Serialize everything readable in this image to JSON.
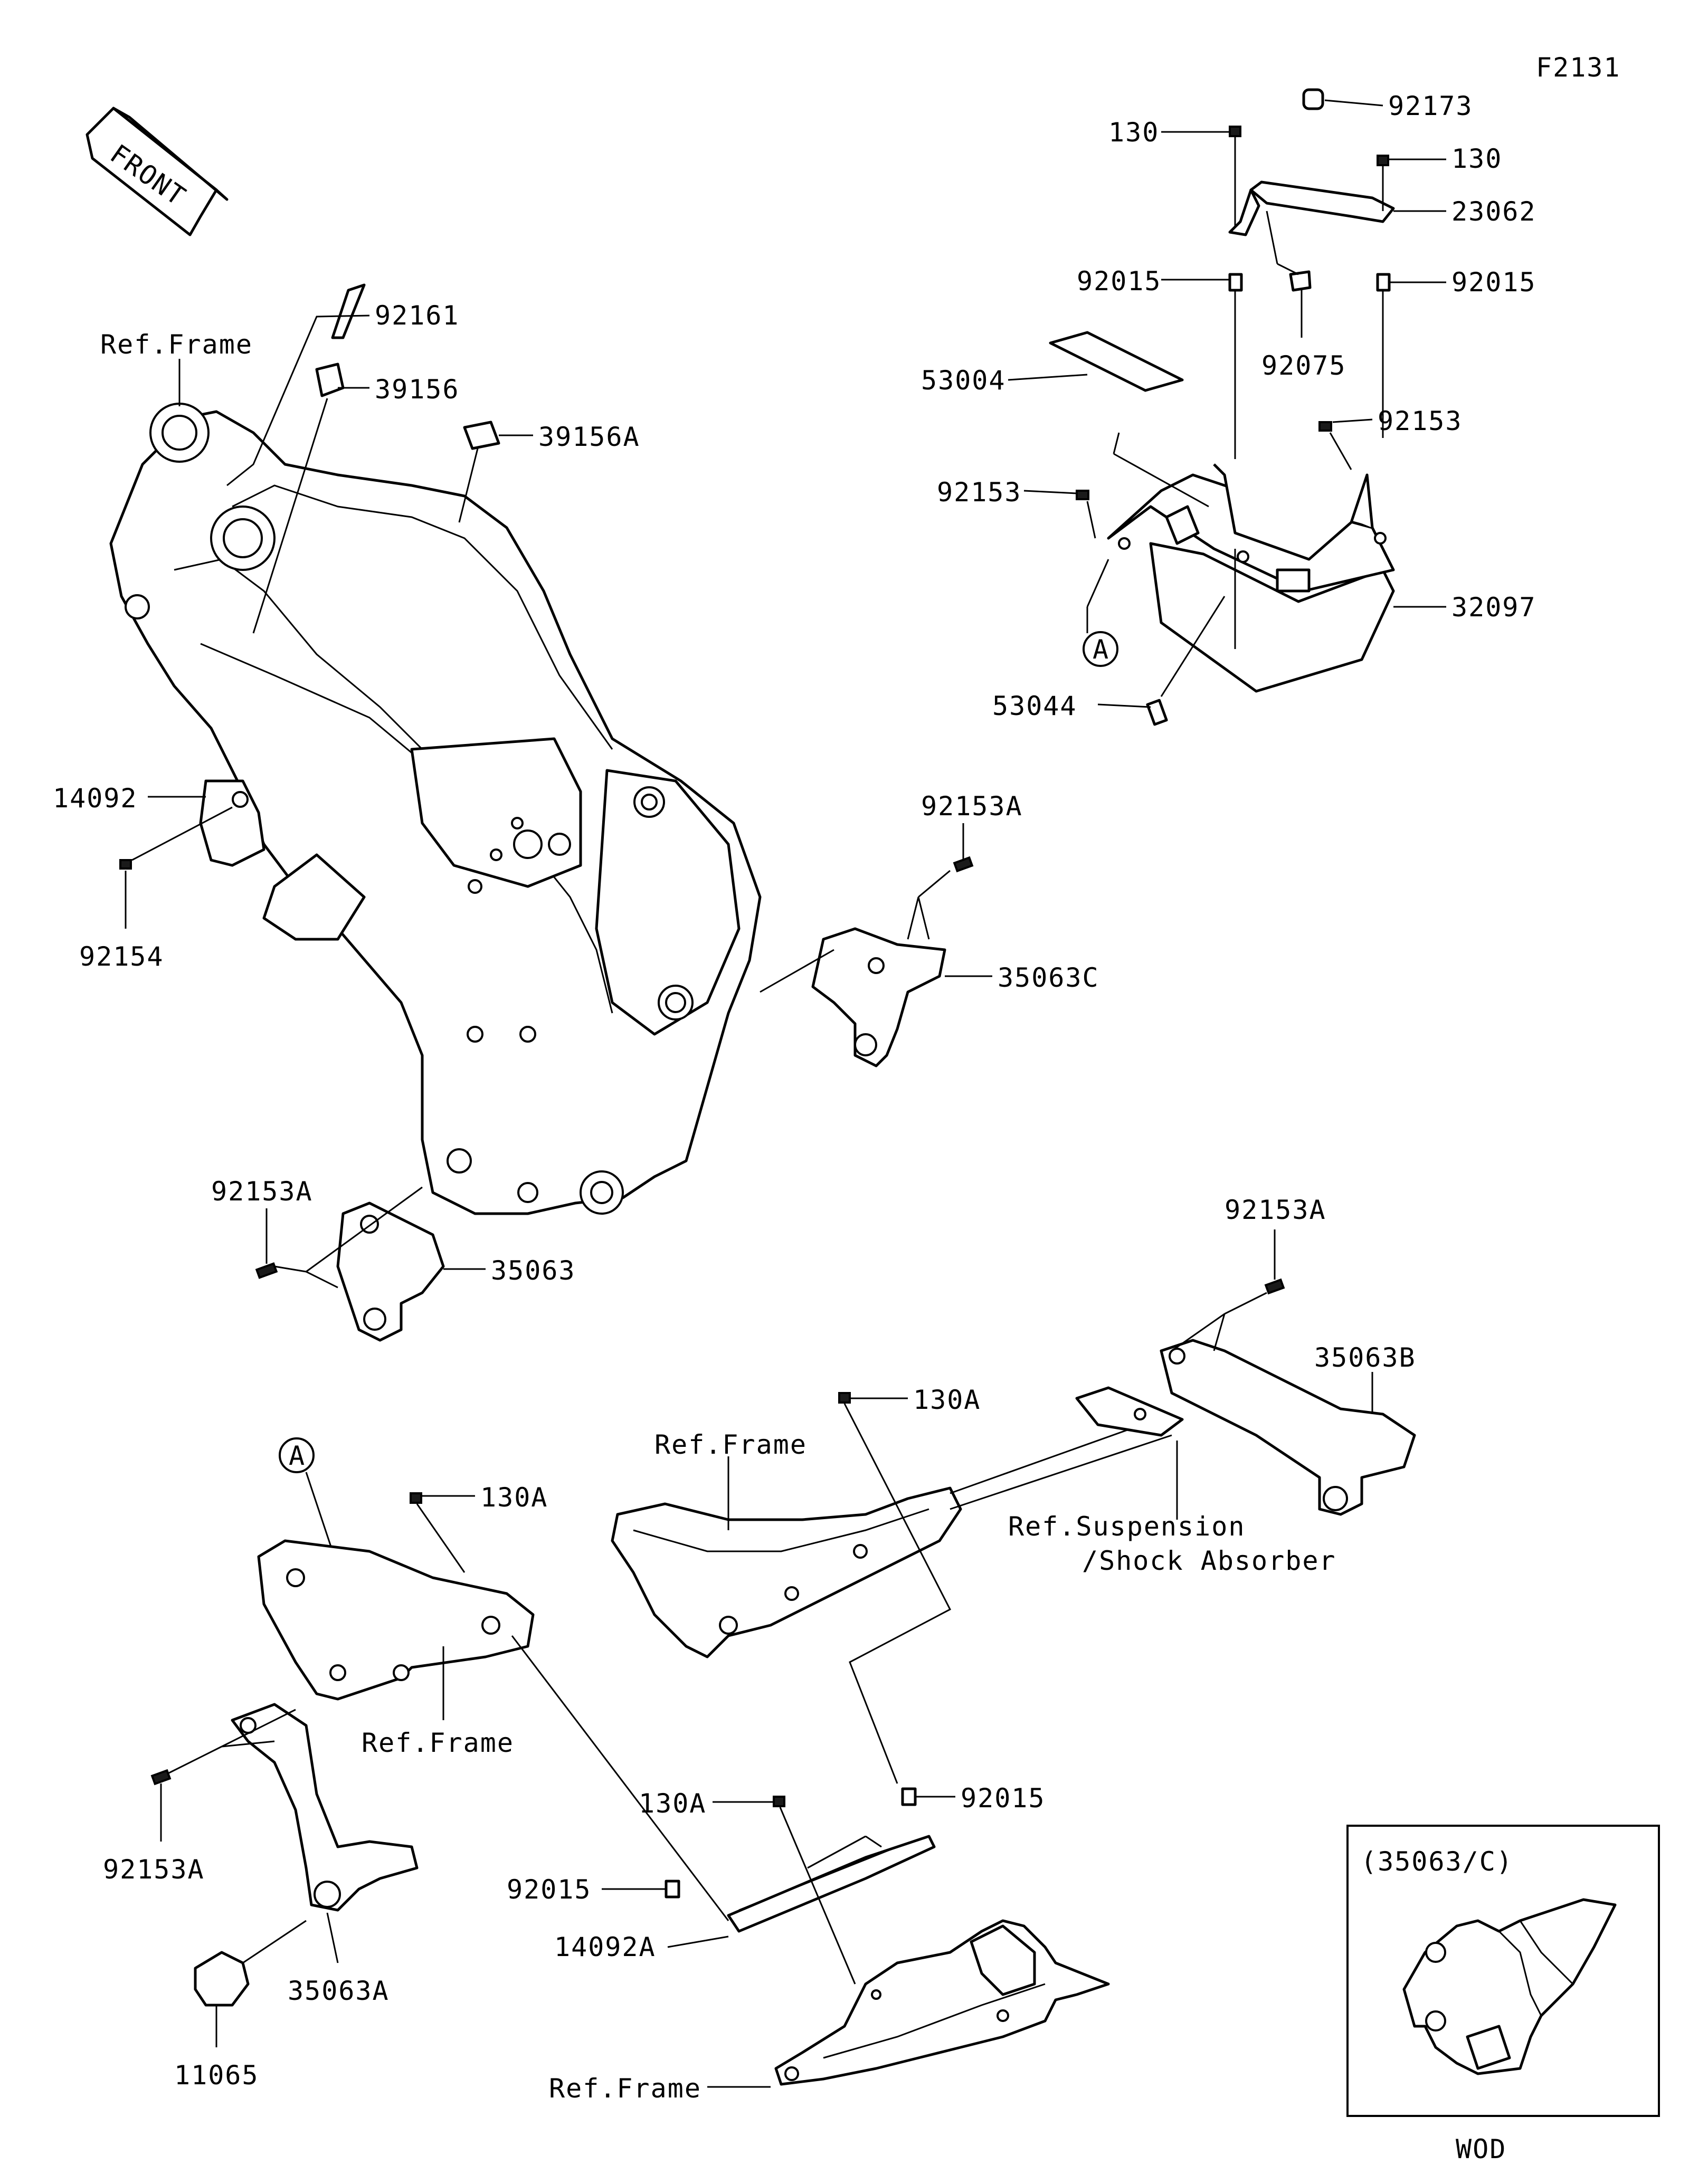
{
  "figure_id": "F2131",
  "front_label": "FRONT",
  "callouts": {
    "ref_frame": "Ref.Frame",
    "ref_suspension_line1": "Ref.Suspension",
    "ref_suspension_line2": "/Shock Absorber",
    "marker_a": "A"
  },
  "parts": {
    "p92173": "92173",
    "p130_left": "130",
    "p130_right": "130",
    "p23062": "23062",
    "p92015_left": "92015",
    "p92015_right": "92015",
    "p92075": "92075",
    "p53004": "53004",
    "p92153_upper": "92153",
    "p92153_left": "92153",
    "p32097": "32097",
    "p53044": "53044",
    "p92161": "92161",
    "p39156": "39156",
    "p39156A": "39156A",
    "p14092": "14092",
    "p92154": "92154",
    "p92153A_mid": "92153A",
    "p35063C": "35063C",
    "p92153A_left": "92153A",
    "p35063": "35063",
    "p92153A_right": "92153A",
    "p35063B": "35063B",
    "p130A_mid": "130A",
    "p130A_left": "130A",
    "p92153A_low": "92153A",
    "p35063A": "35063A",
    "p11065": "11065",
    "p130A_low": "130A",
    "p92015_low_right": "92015",
    "p92015_low_left": "92015",
    "p14092A": "14092A"
  },
  "inset": {
    "title": "(35063/C)",
    "caption": "WOD"
  }
}
